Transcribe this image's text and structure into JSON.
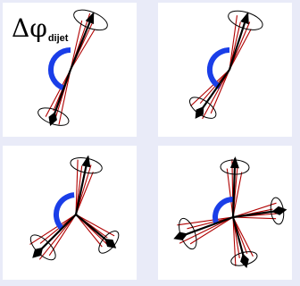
{
  "label": {
    "symbol": "Δφ",
    "subscript": "dijet"
  },
  "colors": {
    "background": "#e9ebf8",
    "panel": "#ffffff",
    "jet_axis": "#000000",
    "particle_tracks": "#b00000",
    "angle_arc": "#1a3ee8",
    "cone_outline": "#000000"
  },
  "icons": [
    "jet-arrow-icon",
    "jet-cone-icon",
    "angle-arc-icon"
  ],
  "panels": [
    {
      "id": "two-jet-back-to-back",
      "jet_count": 2
    },
    {
      "id": "two-jet-decorrelated",
      "jet_count": 2
    },
    {
      "id": "three-jet",
      "jet_count": 3
    },
    {
      "id": "four-jet",
      "jet_count": 4
    }
  ]
}
